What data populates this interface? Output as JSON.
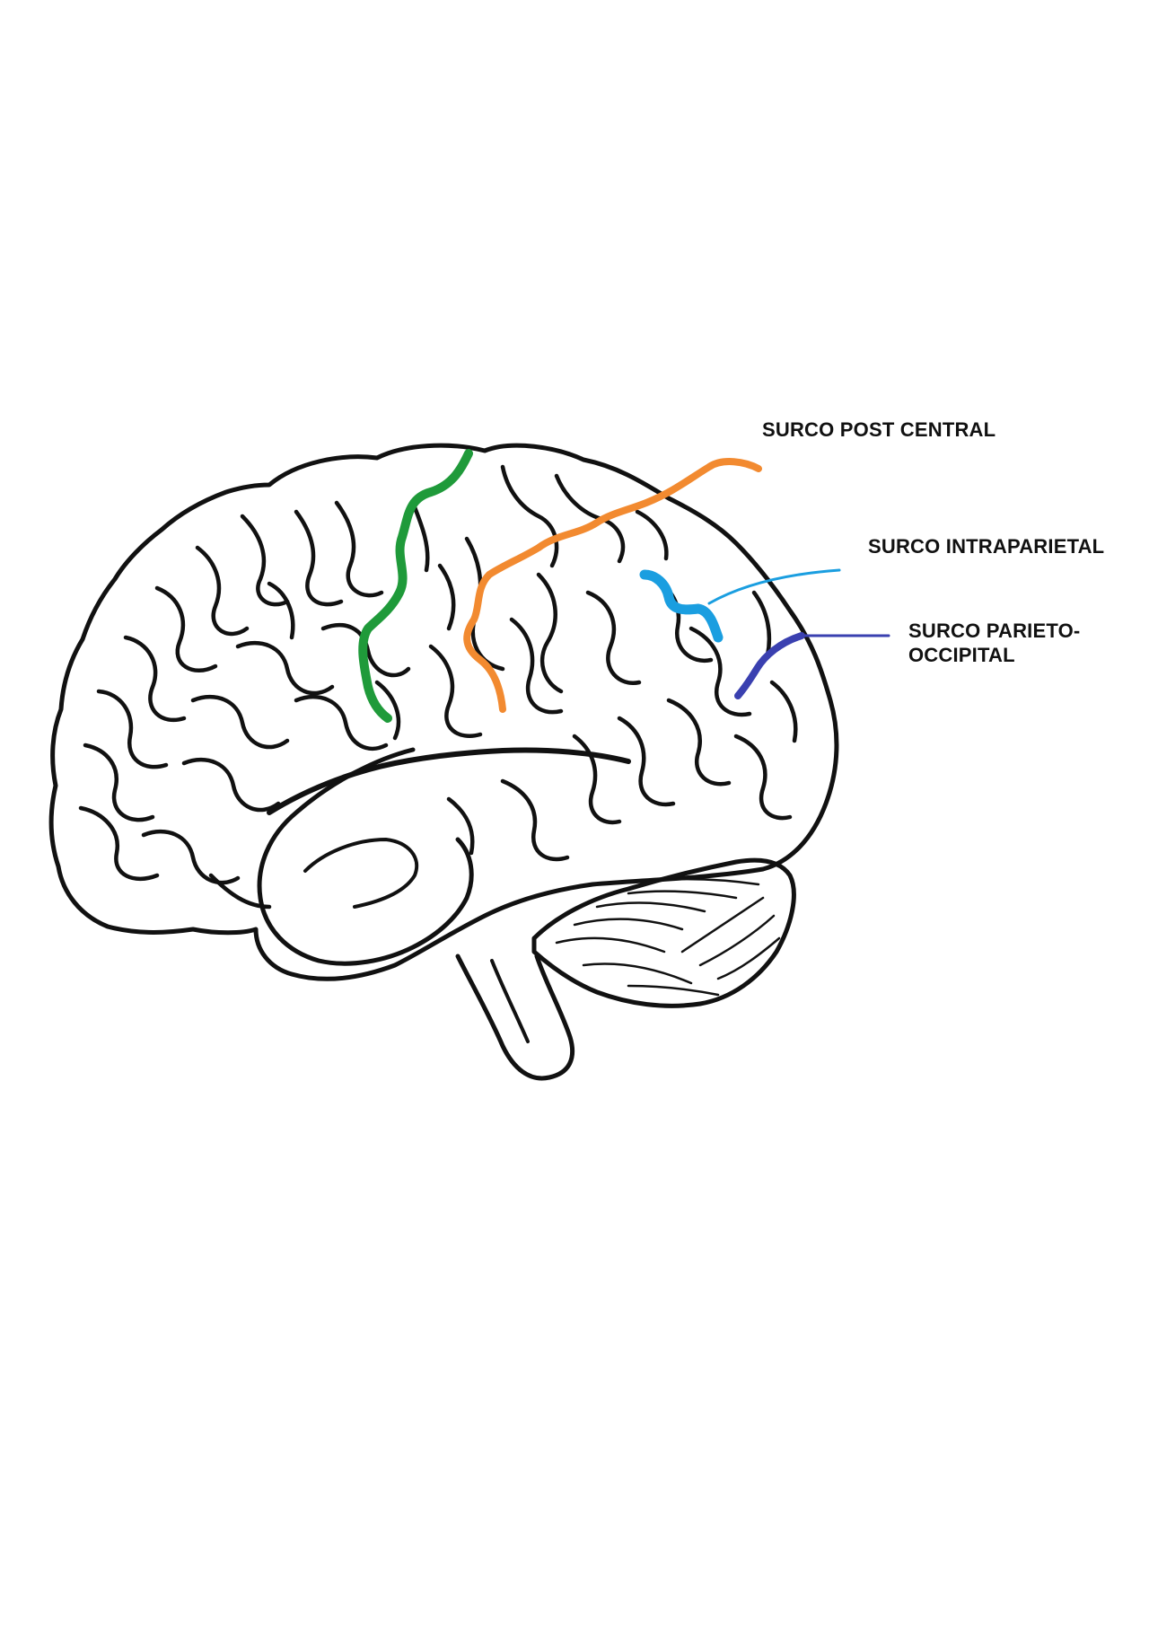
{
  "diagram": {
    "labels": {
      "postcentral": "SURCO POST CENTRAL",
      "intraparietal": "SURCO INTRAPARIETAL",
      "parieto_line1": "SURCO PARIETO-",
      "parieto_line2": "OCCIPITAL"
    },
    "colors": {
      "outline": "#111111",
      "central_sulcus": "#1f9a3a",
      "postcentral_sulcus": "#f28a30",
      "intraparietal_sulcus": "#1a9ee0",
      "parieto_occipital_sulcus": "#3a40b0"
    }
  }
}
